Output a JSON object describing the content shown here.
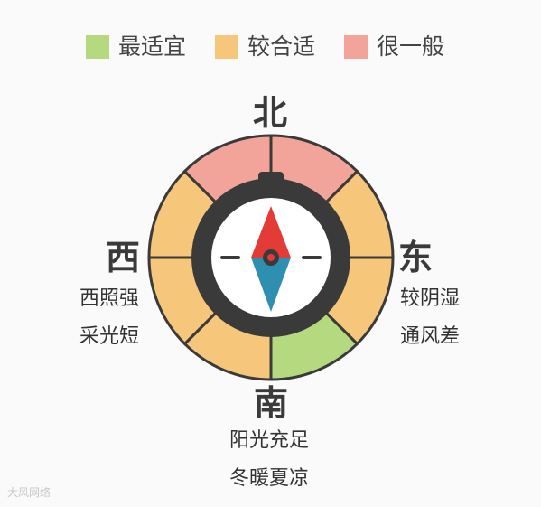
{
  "legend": [
    {
      "label": "最适宜",
      "color": "#b5d97f"
    },
    {
      "label": "较合适",
      "color": "#f6c67a"
    },
    {
      "label": "很一般",
      "color": "#f2a49b"
    }
  ],
  "directions": {
    "north": {
      "label": "北"
    },
    "west": {
      "label": "西",
      "notes": [
        "西照强",
        "采光短"
      ]
    },
    "east": {
      "label": "东",
      "notes": [
        "较阴湿",
        "通风差"
      ]
    },
    "south": {
      "label": "南",
      "notes": [
        "阳光充足",
        "冬暖夏凉"
      ]
    }
  },
  "colors": {
    "ring_border": "#3a3a3a",
    "needle_north": "#e33b36",
    "needle_south": "#2f8fb0",
    "face": "#ffffff"
  },
  "watermark": "大风网络"
}
